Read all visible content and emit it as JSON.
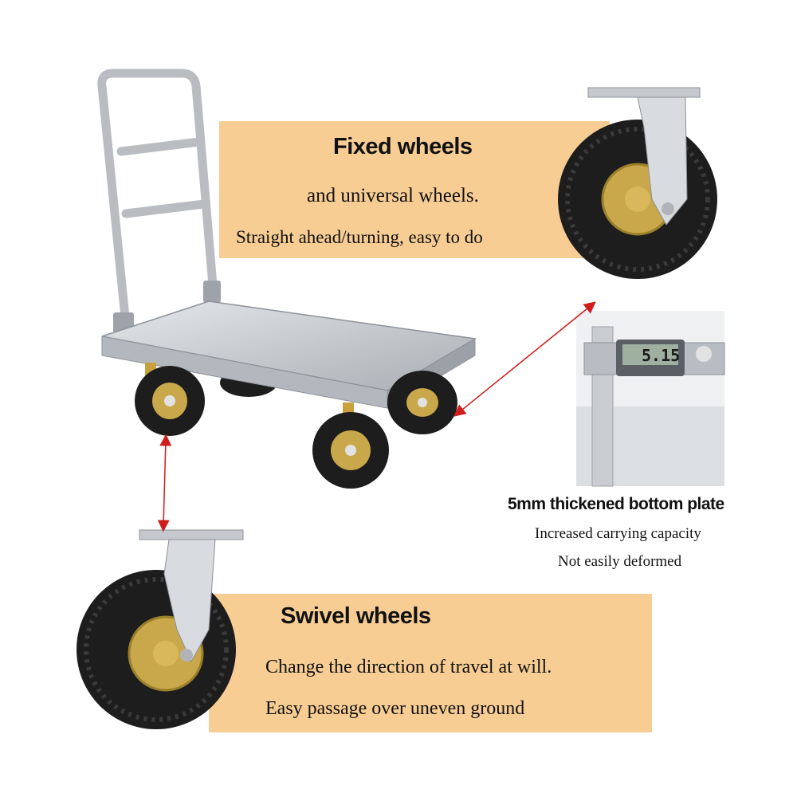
{
  "fixed_banner": {
    "heading": "Fixed wheels",
    "line1": "and universal wheels.",
    "line2": "Straight ahead/turning, easy to do"
  },
  "plate_feature": {
    "heading": "5mm thickened bottom plate",
    "line1": "Increased carrying capacity",
    "line2": "Not easily deformed",
    "caliper_reading": "5.15"
  },
  "swivel_banner": {
    "heading": "Swivel wheels",
    "line1": "Change the direction of travel at will.",
    "line2": "Easy passage over uneven ground"
  },
  "colors": {
    "banner": "#f7cd94",
    "arrow": "#d01c1c",
    "steel": "#c9cdd2",
    "tire": "#1d1d1d",
    "hub": "#c8a84a"
  }
}
